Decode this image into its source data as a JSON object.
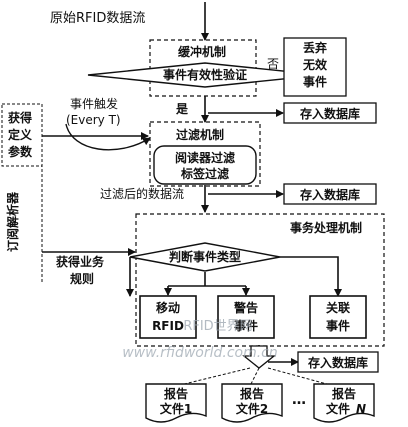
{
  "labels": {
    "raw_stream": "原始RFID数据流",
    "buffer_mechanism": "缓冲机制",
    "event_validity_check": "事件有效性验证",
    "no": "否",
    "yes": "是",
    "discard_line1": "丢弃",
    "discard_line2": "无效",
    "discard_line3": "事件",
    "store_db": "存入数据库",
    "event_trigger_line1": "事件触发",
    "event_trigger_line2": "(Every T)",
    "get_defined_params_line1": "获得",
    "get_defined_params_line2": "定义",
    "get_defined_params_line3": "参数",
    "subscribe_parser": "订阅解析器",
    "filter_mechanism": "过滤机制",
    "reader_filter_line1": "阅读器过滤",
    "reader_filter_line2": "标签过滤",
    "filtered_stream": "过滤后的数据流",
    "transaction_mechanism": "事务处理机制",
    "get_business_rules_line1": "获得业务",
    "get_business_rules_line2": "规则",
    "judge_event_type": "判断事件类型",
    "move_event_line1": "移动",
    "move_event_line2": "RFID",
    "alarm_event_line1": "警告",
    "alarm_event_line2": "事件",
    "assoc_event_line1": "关联",
    "assoc_event_line2": "事件",
    "report_file_1_line1": "报告",
    "report_file_1_line2": "文件1",
    "report_file_2_line1": "报告",
    "report_file_2_line2": "文件2",
    "ellipsis": "…",
    "report_file_n_line1": "报告",
    "report_file_n_line2": "文件",
    "report_file_n_italic": "N",
    "watermark_brand": "RFID世界网",
    "watermark_url": "www.rfidworld.com.cn"
  }
}
